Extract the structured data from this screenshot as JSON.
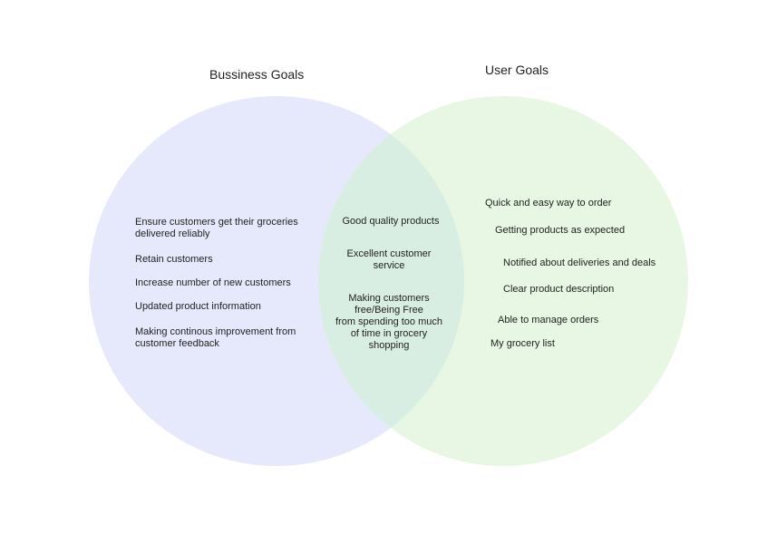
{
  "titles": {
    "left": "Bussiness Goals",
    "right": "User Goals"
  },
  "colors": {
    "left_circle": "#e6e9fb",
    "right_circle": "#e7f7e3",
    "overlap": "#d9eee2",
    "text": "#1f1f1f"
  },
  "business_goals": [
    "Ensure customers get their groceries\ndelivered reliably",
    "Retain customers",
    "Increase number of new customers",
    "Updated product information",
    "Making continous improvement from\ncustomer feedback"
  ],
  "shared_goals": [
    "Good quality products",
    "Excellent customer\nservice",
    "Making customers\nfree/Being Free\nfrom spending too much\nof time in grocery\nshopping"
  ],
  "user_goals": [
    "Quick and easy way to order",
    "Getting products as expected",
    "Notified about deliveries and deals",
    "Clear product description",
    "Able to manage orders",
    "My grocery list"
  ]
}
